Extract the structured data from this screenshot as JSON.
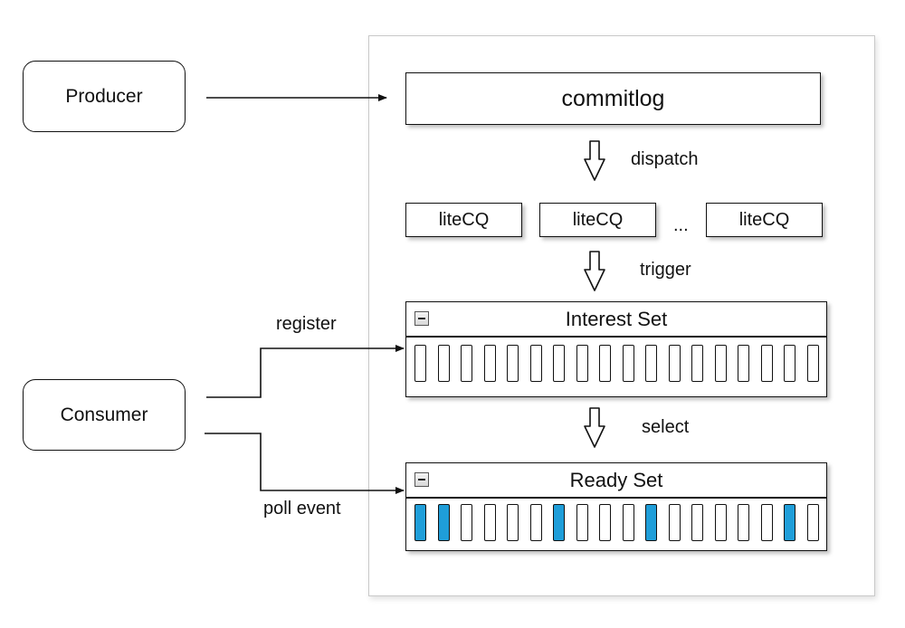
{
  "actors": {
    "producer": "Producer",
    "consumer": "Consumer"
  },
  "broker": {
    "commitlog": "commitlog",
    "dispatch_label": "dispatch",
    "litecq": [
      "liteCQ",
      "liteCQ",
      "liteCQ"
    ],
    "ellipsis": "...",
    "trigger_label": "trigger",
    "select_label": "select",
    "interest_set": {
      "title": "Interest Set",
      "slots": [
        0,
        0,
        0,
        0,
        0,
        0,
        0,
        0,
        0,
        0,
        0,
        0,
        0,
        0,
        0,
        0,
        0,
        0
      ]
    },
    "ready_set": {
      "title": "Ready Set",
      "slots": [
        1,
        1,
        0,
        0,
        0,
        0,
        1,
        0,
        0,
        0,
        1,
        0,
        0,
        0,
        0,
        0,
        1,
        0
      ]
    }
  },
  "edges": {
    "register_label": "register",
    "poll_label": "poll event"
  },
  "colors": {
    "active_slot": "#1f9ed9",
    "stroke": "#111111"
  }
}
